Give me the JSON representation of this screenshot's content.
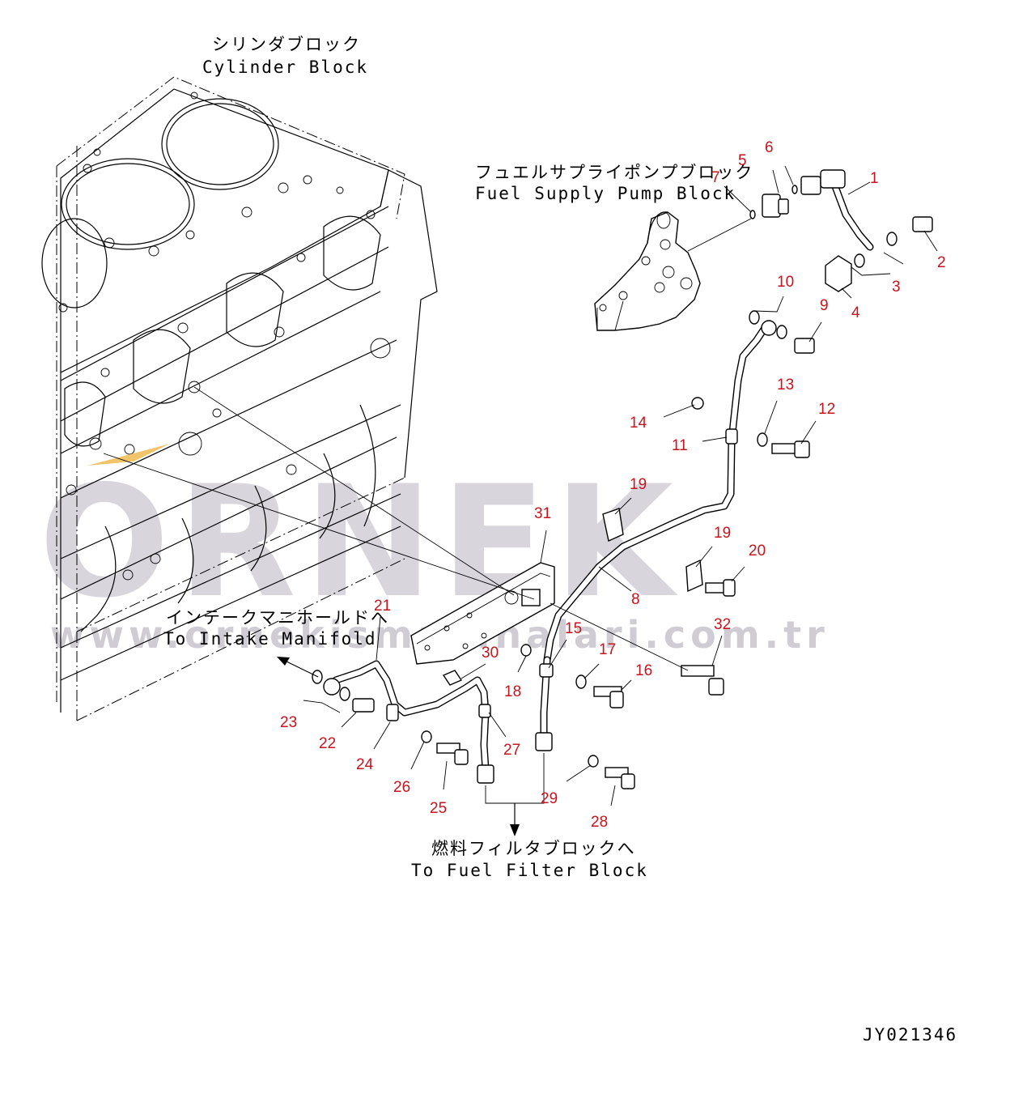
{
  "labels": {
    "cylinder_block_jp": "シリンダブロック",
    "cylinder_block_en": "Cylinder Block",
    "pump_block_jp": "フュエルサプライポンプブロック",
    "pump_block_en": "Fuel Supply Pump Block",
    "intake_jp": "インテークマニホールドへ",
    "intake_en": "To Intake Manifold",
    "filter_jp": "燃料フィルタブロックへ",
    "filter_en": "To Fuel Filter Block"
  },
  "drawing_code": "JY021346",
  "watermark": {
    "brand": "ORNEK",
    "url": "www.ornekismakinalari.com.tr"
  },
  "callouts": [
    "1",
    "2",
    "3",
    "4",
    "5",
    "6",
    "7",
    "8",
    "9",
    "10",
    "11",
    "12",
    "13",
    "14",
    "15",
    "16",
    "17",
    "18",
    "19",
    "19",
    "20",
    "21",
    "22",
    "23",
    "24",
    "25",
    "26",
    "27",
    "28",
    "29",
    "30",
    "31",
    "32"
  ],
  "colors": {
    "callout": "#c8141e",
    "linework": "#000000",
    "watermark": "#d8d6dc"
  }
}
